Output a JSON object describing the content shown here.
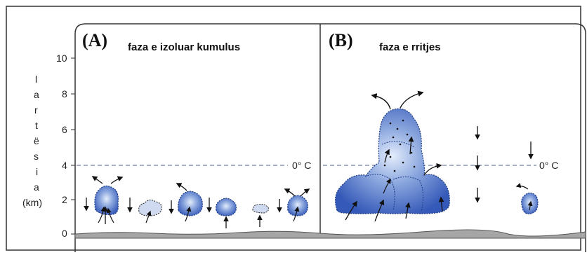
{
  "panels": [
    {
      "letter": "(A)",
      "caption": "faza e izoluar kumulus"
    },
    {
      "letter": "(B)",
      "caption": "faza e rritjes"
    }
  ],
  "axis": {
    "label_letters": [
      "l",
      "a",
      "r",
      "t",
      "ë",
      "s",
      "i",
      "a"
    ],
    "unit": "(km)",
    "ticks": [
      "0",
      "2",
      "4",
      "6",
      "8",
      "10"
    ]
  },
  "freezing_level": {
    "label": "0° C",
    "altitude_km": 4
  },
  "colors": {
    "cloud_fill": "#3f69c2",
    "cloud_highlight": "#d7e3f7",
    "freezing_line": "#8a94b2",
    "ground": "#a6a6a6",
    "frame": "#333333"
  },
  "icons": [
    "cloud-icon",
    "arrow-up-icon",
    "arrow-down-icon",
    "outflow-arrow-icon"
  ]
}
